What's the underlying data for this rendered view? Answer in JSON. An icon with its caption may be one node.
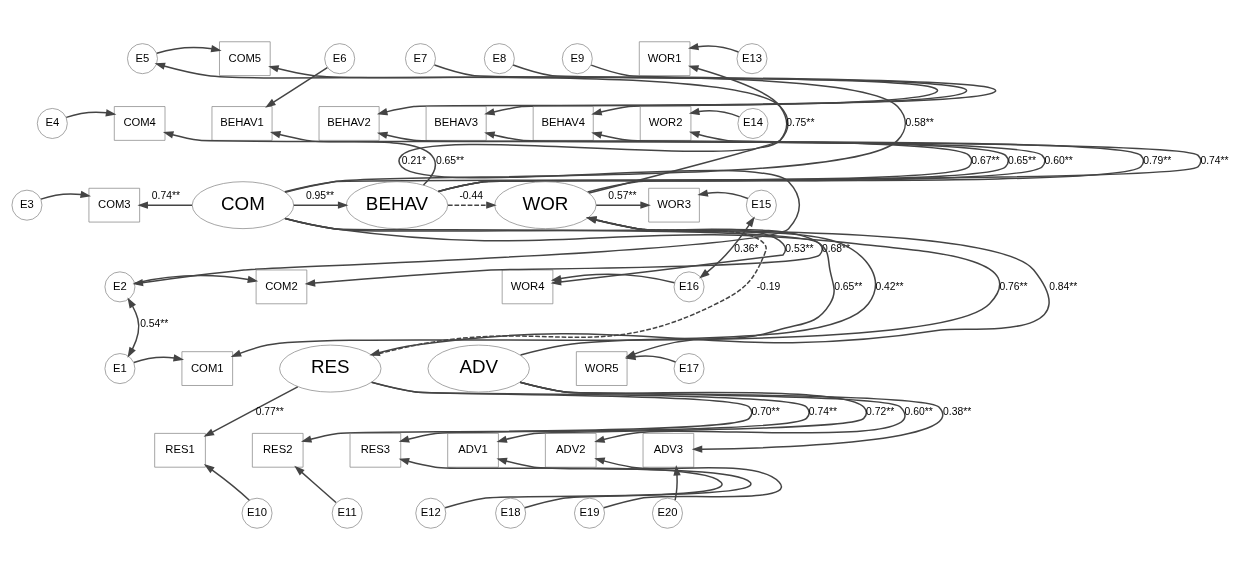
{
  "diagram": {
    "nodes": [
      {
        "text": [
          "E5"
        ]
      },
      {
        "text": [
          "COM5"
        ]
      },
      {
        "text": [
          "E4"
        ]
      },
      {
        "text": [
          "COM4"
        ]
      },
      {
        "text": [
          "E3"
        ]
      },
      {
        "text": [
          "COM3"
        ]
      },
      {
        "text": [
          "E2"
        ]
      },
      {
        "text": [
          "COM2"
        ]
      },
      {
        "text": [
          "E1"
        ]
      },
      {
        "text": [
          "COM1"
        ]
      },
      {
        "text": [
          "COM"
        ]
      },
      {
        "text": [
          "E6"
        ]
      },
      {
        "text": [
          "E7"
        ]
      },
      {
        "text": [
          "E8"
        ]
      },
      {
        "text": [
          "E9"
        ]
      },
      {
        "text": [
          "BEHAV1"
        ]
      },
      {
        "text": [
          "BEHAV2"
        ]
      },
      {
        "text": [
          "BEHAV3"
        ]
      },
      {
        "text": [
          "BEHAV4"
        ]
      },
      {
        "text": [
          "BEHAV"
        ]
      },
      {
        "text": [
          "RES"
        ]
      },
      {
        "text": [
          "RES1"
        ]
      },
      {
        "text": [
          "RES2"
        ]
      },
      {
        "text": [
          "RES3"
        ]
      },
      {
        "text": [
          "E10"
        ]
      },
      {
        "text": [
          "E11"
        ]
      },
      {
        "text": [
          "E12"
        ]
      },
      {
        "text": [
          "WOR"
        ]
      },
      {
        "text": [
          "ADV"
        ]
      },
      {
        "text": [
          "ADV1"
        ]
      },
      {
        "text": [
          "ADV2"
        ]
      },
      {
        "text": [
          "ADV3"
        ]
      },
      {
        "text": [
          "E18"
        ]
      },
      {
        "text": [
          "E19"
        ]
      },
      {
        "text": [
          "E20"
        ]
      },
      {
        "text": [
          "WOR1"
        ]
      },
      {
        "text": [
          "WOR2"
        ]
      },
      {
        "text": [
          "WOR3"
        ]
      },
      {
        "text": [
          "WOR4"
        ]
      },
      {
        "text": [
          "WOR5"
        ]
      },
      {
        "text": [
          "E13"
        ]
      },
      {
        "text": [
          "E14"
        ]
      },
      {
        "text": [
          "E15"
        ]
      },
      {
        "text": [
          "E16"
        ]
      },
      {
        "text": [
          "E17"
        ]
      }
    ],
    "edges": [
      {
        "from": 0,
        "to": 1,
        "arrow": "to"
      },
      {
        "from": 2,
        "to": 3,
        "arrow": "to"
      },
      {
        "from": 4,
        "to": 5,
        "arrow": "to"
      },
      {
        "from": 6,
        "to": 7,
        "arrow": "to"
      },
      {
        "from": 8,
        "to": 9,
        "arrow": "to"
      },
      {
        "from": 0,
        "to": 6,
        "arrow": "both",
        "label": "0.21*"
      },
      {
        "from": 6,
        "to": 8,
        "arrow": "both",
        "label": "0.54**"
      },
      {
        "from": 10,
        "to": 1,
        "arrow": "to",
        "label": "0.58**"
      },
      {
        "from": 10,
        "to": 3,
        "arrow": "to",
        "label": "0.74**"
      },
      {
        "from": 10,
        "to": 5,
        "arrow": "to",
        "label": "0.74**"
      },
      {
        "from": 10,
        "to": 7,
        "arrow": "to",
        "label": "0.68**"
      },
      {
        "from": 10,
        "to": 9,
        "arrow": "to",
        "label": "0.76**"
      },
      {
        "from": 11,
        "to": 15,
        "arrow": "to"
      },
      {
        "from": 12,
        "to": 16,
        "arrow": "to"
      },
      {
        "from": 13,
        "to": 17,
        "arrow": "to"
      },
      {
        "from": 14,
        "to": 18,
        "arrow": "to"
      },
      {
        "from": 19,
        "to": 15,
        "arrow": "to",
        "label": "0.65**"
      },
      {
        "from": 19,
        "to": 16,
        "arrow": "to",
        "label": "0.67**"
      },
      {
        "from": 19,
        "to": 17,
        "arrow": "to",
        "label": "0.65**"
      },
      {
        "from": 19,
        "to": 18,
        "arrow": "to",
        "label": "0.60**"
      },
      {
        "from": 10,
        "to": 19,
        "arrow": "to",
        "label": "0.95**"
      },
      {
        "from": 10,
        "to": 20,
        "arrow": "to",
        "label": "0.84**"
      },
      {
        "from": 19,
        "to": 27,
        "arrow": "to",
        "label": "-0.44",
        "style": "dashed"
      },
      {
        "from": 20,
        "to": 27,
        "arrow": "to",
        "label": "-0.19",
        "style": "dashed"
      },
      {
        "from": 20,
        "to": 21,
        "arrow": "to",
        "label": "0.77**"
      },
      {
        "from": 20,
        "to": 22,
        "arrow": "to",
        "label": "0.70**"
      },
      {
        "from": 20,
        "to": 23,
        "arrow": "to",
        "label": "0.74**"
      },
      {
        "from": 24,
        "to": 21,
        "arrow": "to"
      },
      {
        "from": 25,
        "to": 22,
        "arrow": "to"
      },
      {
        "from": 26,
        "to": 23,
        "arrow": "to"
      },
      {
        "from": 28,
        "to": 27,
        "arrow": "to",
        "label": "0.42**"
      },
      {
        "from": 28,
        "to": 29,
        "arrow": "to",
        "label": "0.72**"
      },
      {
        "from": 28,
        "to": 30,
        "arrow": "to",
        "label": "0.60**"
      },
      {
        "from": 28,
        "to": 31,
        "arrow": "to",
        "label": "0.38**"
      },
      {
        "from": 32,
        "to": 29,
        "arrow": "to"
      },
      {
        "from": 33,
        "to": 30,
        "arrow": "to"
      },
      {
        "from": 34,
        "to": 31,
        "arrow": "to"
      },
      {
        "from": 27,
        "to": 35,
        "arrow": "to",
        "label": "0.75**"
      },
      {
        "from": 27,
        "to": 36,
        "arrow": "to",
        "label": "0.79**"
      },
      {
        "from": 27,
        "to": 37,
        "arrow": "to",
        "label": "0.57**"
      },
      {
        "from": 27,
        "to": 38,
        "arrow": "to",
        "label": "0.53**"
      },
      {
        "from": 27,
        "to": 39,
        "arrow": "to",
        "label": "0.65**"
      },
      {
        "from": 40,
        "to": 35,
        "arrow": "to"
      },
      {
        "from": 41,
        "to": 36,
        "arrow": "to"
      },
      {
        "from": 42,
        "to": 37,
        "arrow": "to"
      },
      {
        "from": 43,
        "to": 38,
        "arrow": "to"
      },
      {
        "from": 44,
        "to": 39,
        "arrow": "to"
      },
      {
        "from": 42,
        "to": 43,
        "arrow": "both",
        "label": "0.36*"
      }
    ]
  }
}
